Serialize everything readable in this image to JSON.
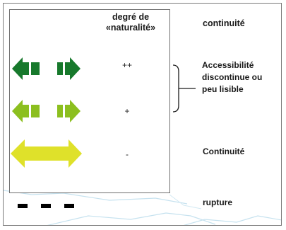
{
  "headers": {
    "degre_line1": "degré de",
    "degre_line2": "«naturalité»",
    "continuite": "continuité"
  },
  "rows": [
    {
      "degree": "++",
      "color": "#17792c",
      "style": "dark-green-split-arrow"
    },
    {
      "degree": "+",
      "color": "#8cbf1f",
      "style": "light-green-split-arrow"
    },
    {
      "degree": "-",
      "color": "#dfe12a",
      "style": "yellow-solid-arrow"
    }
  ],
  "labels": {
    "accessibilite_line1": "Accessibilité",
    "accessibilite_line2": "discontinue ou",
    "accessibilite_line3": "peu lisible",
    "continuite_row": "Continuité",
    "rupture": "rupture"
  },
  "rupture_color": "#000000",
  "background_line_color": "#c6e2ef"
}
